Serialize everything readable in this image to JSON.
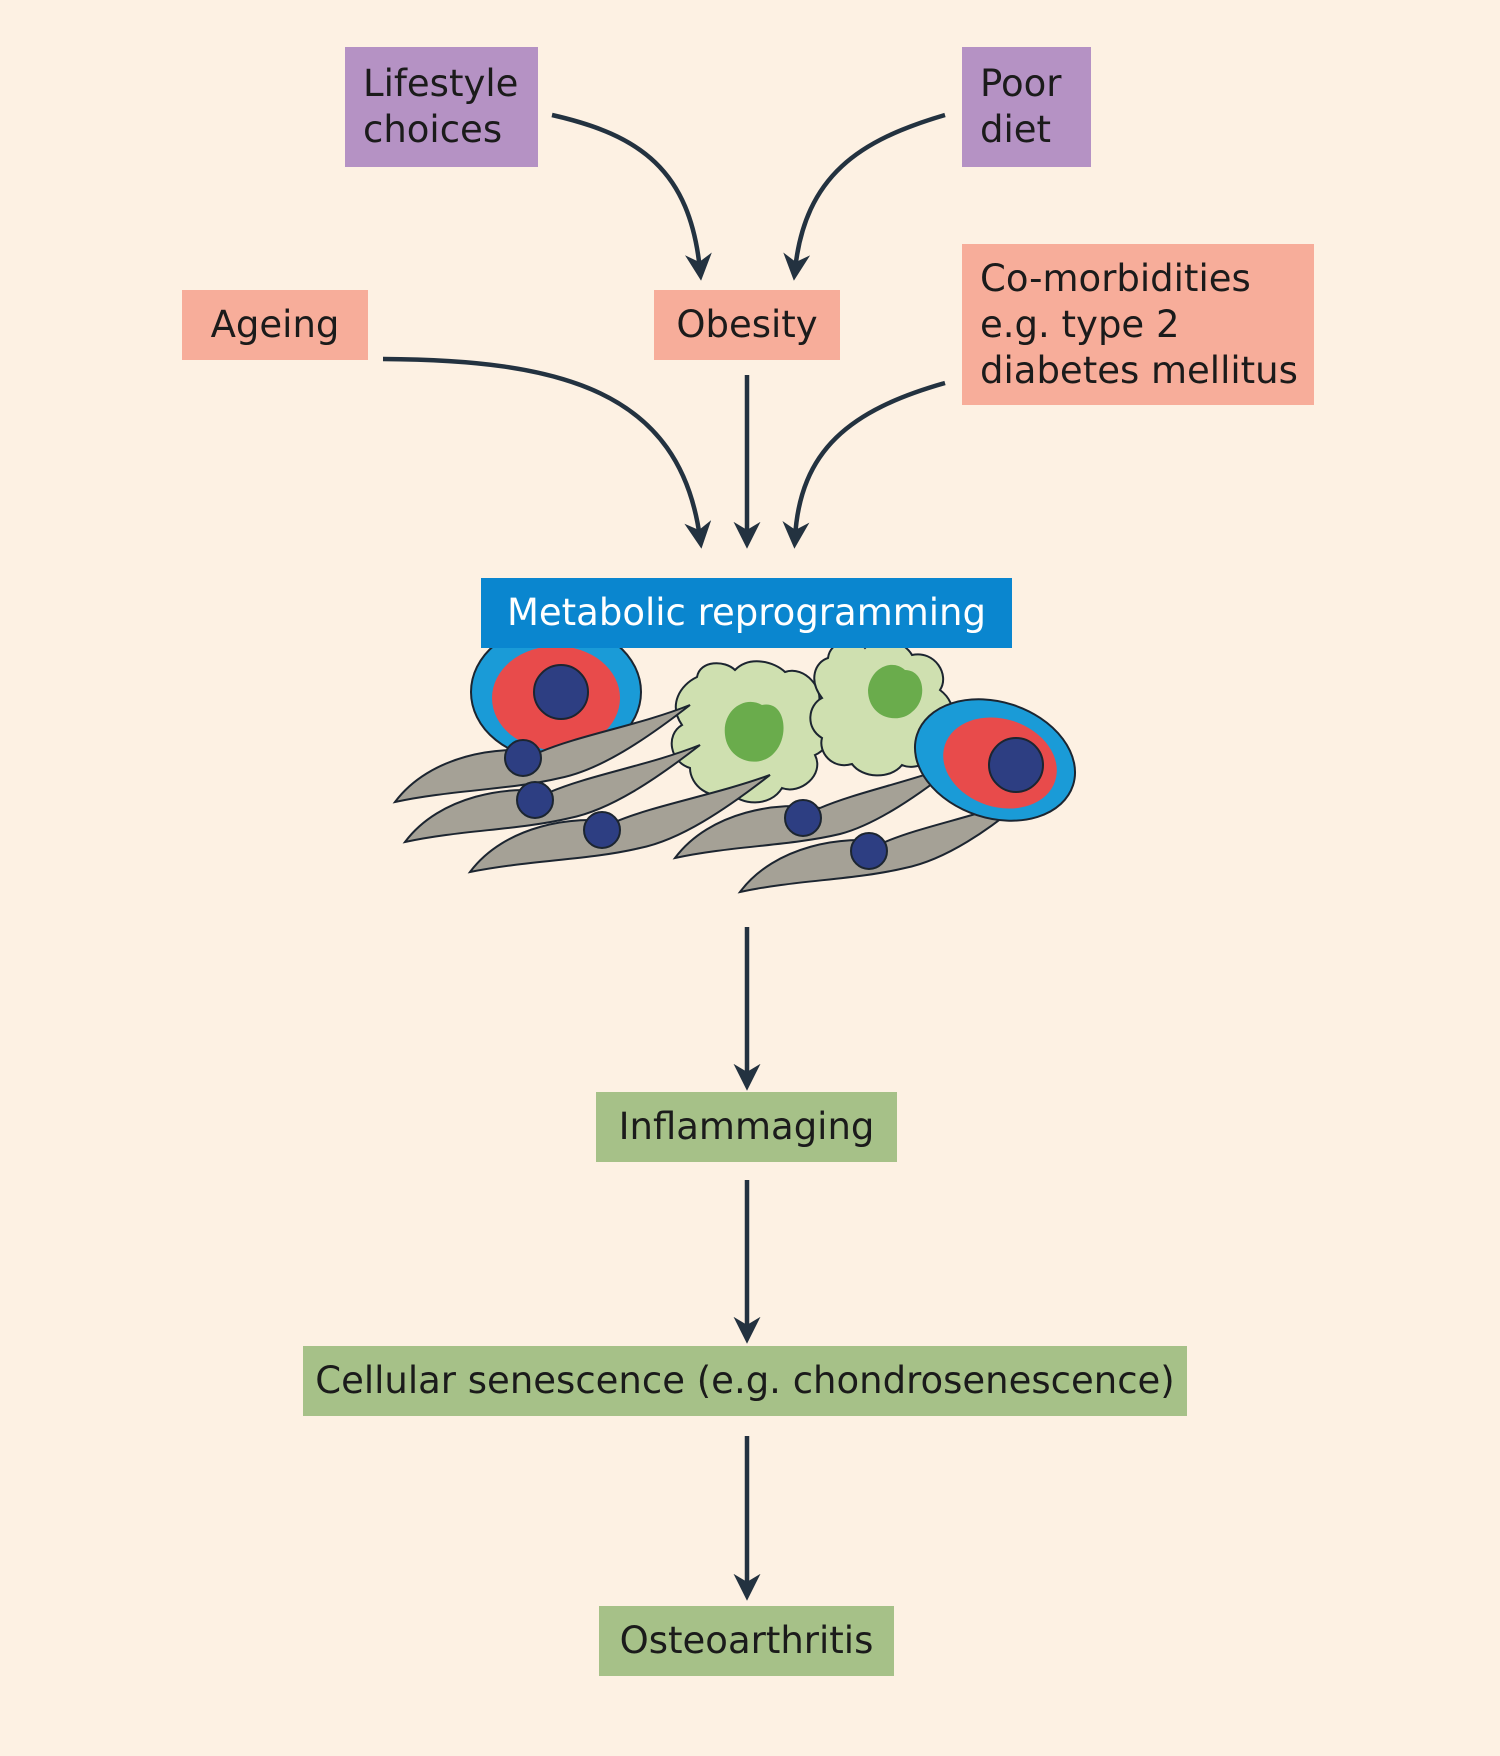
{
  "nodes": {
    "lifestyle": "Lifestyle\nchoices",
    "poor_diet": "Poor\ndiet",
    "ageing": "Ageing",
    "obesity": "Obesity",
    "comorbidities": "Co-morbidities\ne.g. type 2\ndiabetes mellitus",
    "metabolic": "Metabolic reprogramming",
    "inflammaging": "Inflammaging",
    "senescence": "Cellular senescence (e.g. chondrosenescence)",
    "osteoarthritis": "Osteoarthritis"
  },
  "colors": {
    "background": "#fdf1e3",
    "external_factor": "#b592c4",
    "risk_factor": "#f7ad9a",
    "process": "#0a86cf",
    "outcome": "#a6c188",
    "arrow": "#233240"
  },
  "edges": [
    {
      "from": "lifestyle",
      "to": "obesity"
    },
    {
      "from": "poor_diet",
      "to": "obesity"
    },
    {
      "from": "ageing",
      "to": "metabolic"
    },
    {
      "from": "obesity",
      "to": "metabolic"
    },
    {
      "from": "comorbidities",
      "to": "metabolic"
    },
    {
      "from": "metabolic",
      "to": "inflammaging"
    },
    {
      "from": "inflammaging",
      "to": "senescence"
    },
    {
      "from": "senescence",
      "to": "osteoarthritis"
    }
  ]
}
